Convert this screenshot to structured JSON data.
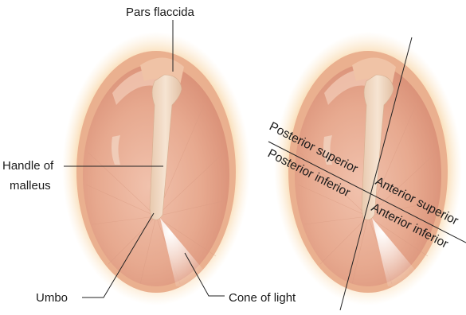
{
  "labels": {
    "pars_flaccida": "Pars flaccida",
    "handle_of_malleus_line1": "Handle of",
    "handle_of_malleus_line2": "malleus",
    "umbo": "Umbo",
    "cone_of_light": "Cone of light"
  },
  "quadrants": {
    "posterior_superior": "Posterior superior",
    "posterior_inferior": "Posterior inferior",
    "anterior_superior": "Anterior superior",
    "anterior_inferior": "Anterior inferior"
  },
  "colors": {
    "halo": "#f6c98c",
    "rim": "#e8a882",
    "membrane": "#e7a98f",
    "membrane_light": "#f4cdb9",
    "malleus": "#f2dcc6",
    "cone_of_light": "#ffffff",
    "line": "#222222"
  }
}
